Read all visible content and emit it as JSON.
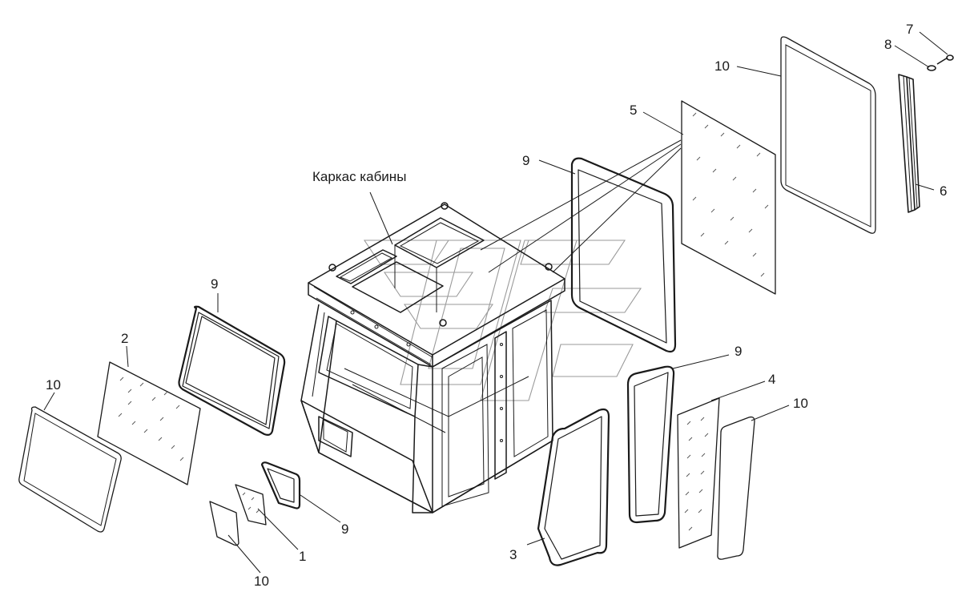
{
  "labels": {
    "cab_frame": "Каркас кабины",
    "p1": "1",
    "p2": "2",
    "p3": "3",
    "p4": "4",
    "p5": "5",
    "p6": "6",
    "p7": "7",
    "p8": "8",
    "p9_left": "9",
    "p9_small": "9",
    "p9_right": "9",
    "p9_top": "9",
    "p10_left": "10",
    "p10_small": "10",
    "p10_right": "10",
    "p10_top": "10"
  },
  "colors": {
    "line": "#1a1a1a",
    "watermark": "#9a9a9a",
    "background": "#ffffff"
  }
}
